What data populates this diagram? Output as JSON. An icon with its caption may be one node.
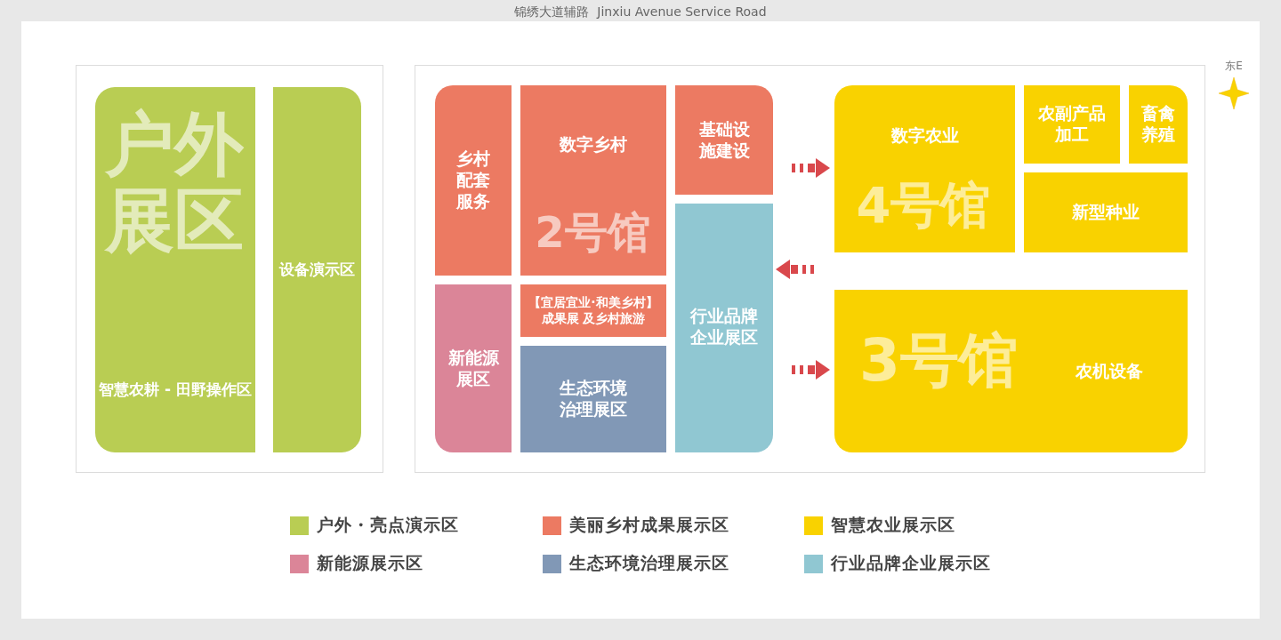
{
  "diagram": {
    "nodes": [
      {
        "text": [],
        "shape": "box"
      },
      {
        "text": [
          "智慧农耕 - 田野操作区"
        ],
        "in": 0
      },
      {
        "text": [
          "设备演示区"
        ],
        "in": 0
      },
      {
        "text": [],
        "shape": "box"
      },
      {
        "text": [
          "乡村配套服务"
        ],
        "in": 3
      },
      {
        "text": [
          "数字乡村"
        ],
        "in": 3
      },
      {
        "text": [
          "基础设施建设"
        ],
        "in": 3
      },
      {
        "text": [
          "新能源展区"
        ],
        "in": 3
      },
      {
        "text": [
          "【宜居宜业·和美乡村】成果展 及乡村旅游"
        ],
        "in": 3
      },
      {
        "text": [
          "生态环境治理展区"
        ],
        "in": 3
      },
      {
        "text": [
          "行业品牌企业展区"
        ],
        "in": 3
      },
      {
        "text": [
          "数字农业"
        ],
        "in": 3
      },
      {
        "text": [
          "农副产品加工"
        ],
        "in": 3
      },
      {
        "text": [
          "畜禽养殖"
        ],
        "in": 3
      },
      {
        "text": [
          "新型种业"
        ],
        "in": 3
      },
      {
        "text": [
          "农机设备"
        ],
        "in": 3
      }
    ],
    "edges": [],
    "labels": [
      "锦绣大道辅路  Jinxiu Avenue Service Road",
      "东E",
      "户外展区",
      "2号馆",
      "4号馆",
      "3号馆"
    ],
    "legend": [
      {
        "text": "户外・亮点演示区",
        "color": "#b9cd53"
      },
      {
        "text": "美丽乡村成果展示区",
        "color": "#ec7a62"
      },
      {
        "text": "智慧农业展示区",
        "color": "#f9d200"
      },
      {
        "text": "新能源展示区",
        "color": "#db8598"
      },
      {
        "text": "生态环境治理展示区",
        "color": "#8198b6"
      },
      {
        "text": "行业品牌企业展示区",
        "color": "#90c7d2"
      }
    ]
  }
}
